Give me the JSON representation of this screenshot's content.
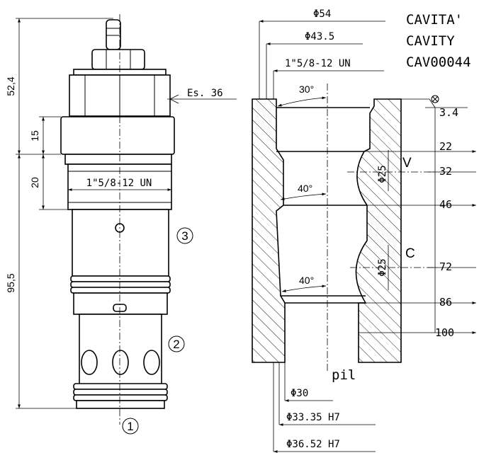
{
  "cavity_title": {
    "line1": "CAVITA'",
    "line2": "CAVITY",
    "line3": "CAV00044"
  },
  "valve": {
    "dim_total_upper": "52,4",
    "dim_nut_height": "15",
    "dim_thread_height": "20",
    "dim_lower_length": "95,5",
    "wrench_size": "Es. 36",
    "thread": "1\"5/8-12 UN",
    "ports": [
      "1",
      "2",
      "3"
    ]
  },
  "cavity": {
    "dia_top": "Φ54",
    "dia_counterbore": "Φ43.5",
    "thread": "1\"5/8-12 UN",
    "angle_top": "30°",
    "angle_mid": "40°",
    "angle_bot": "40°",
    "depths": [
      "3.4",
      "22",
      "32",
      "46",
      "72",
      "86",
      "100"
    ],
    "port_v_dia": "Φ25",
    "port_v_label": "V",
    "port_c_dia": "Φ25",
    "port_c_label": "C",
    "bottom_label": "pil",
    "dia_bore_30": "Φ30",
    "dia_bore_33": "Φ33.35 H7",
    "dia_bore_36": "Φ36.52 H7"
  }
}
